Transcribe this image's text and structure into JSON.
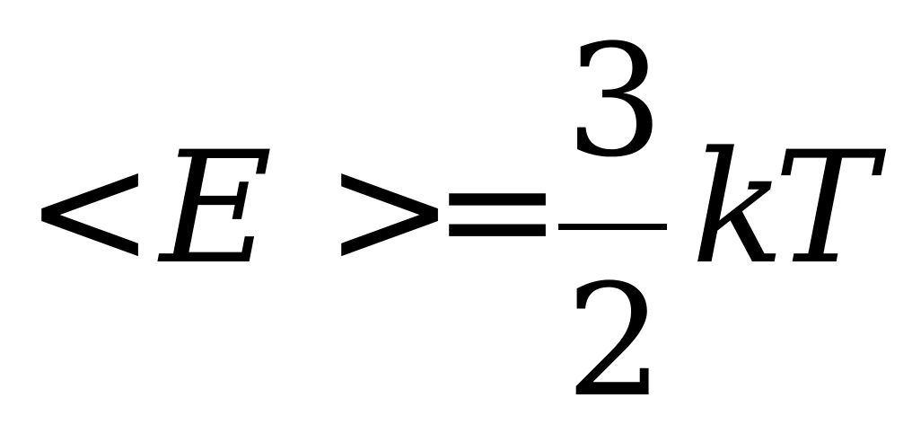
{
  "formula": {
    "lt": "<",
    "energy_symbol": "E",
    "gt": ">",
    "equals": "=",
    "numerator": "3",
    "denominator": "2",
    "boltzmann_constant": "k",
    "temperature": "T"
  }
}
